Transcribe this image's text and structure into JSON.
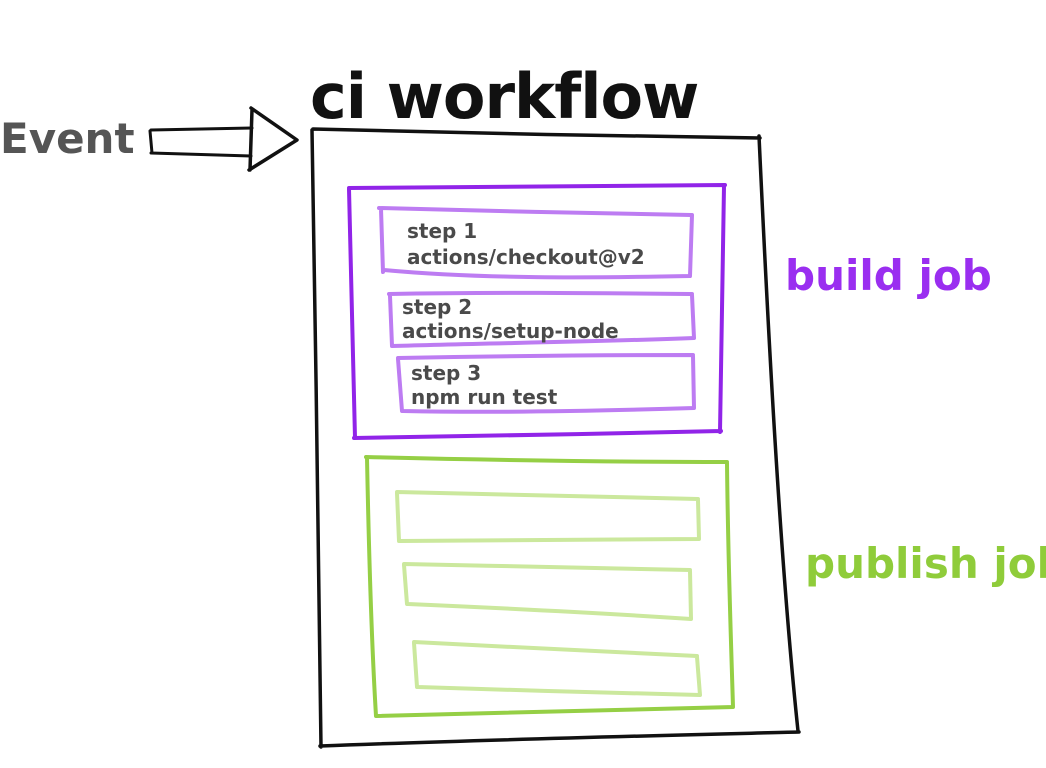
{
  "title": "ci workflow",
  "event": {
    "label": "Event"
  },
  "build_job": {
    "label": "build job",
    "steps": [
      {
        "number": "step 1",
        "action": "actions/checkout@v2"
      },
      {
        "number": "step 2",
        "action": "actions/setup-node"
      },
      {
        "number": "step 3",
        "action": "npm run test"
      }
    ]
  },
  "publish_job": {
    "label": "publish job",
    "step_count": 3
  },
  "colors": {
    "ink": "#111111",
    "event_text": "#555555",
    "step_text": "#4a4a4a",
    "build_border": "#9124e8",
    "build_step_border": "#bd7cf2",
    "build_label": "#9a2ef0",
    "publish_border": "#95cf45",
    "publish_step_border": "#cbe89d",
    "publish_label": "#8fcc3a"
  }
}
